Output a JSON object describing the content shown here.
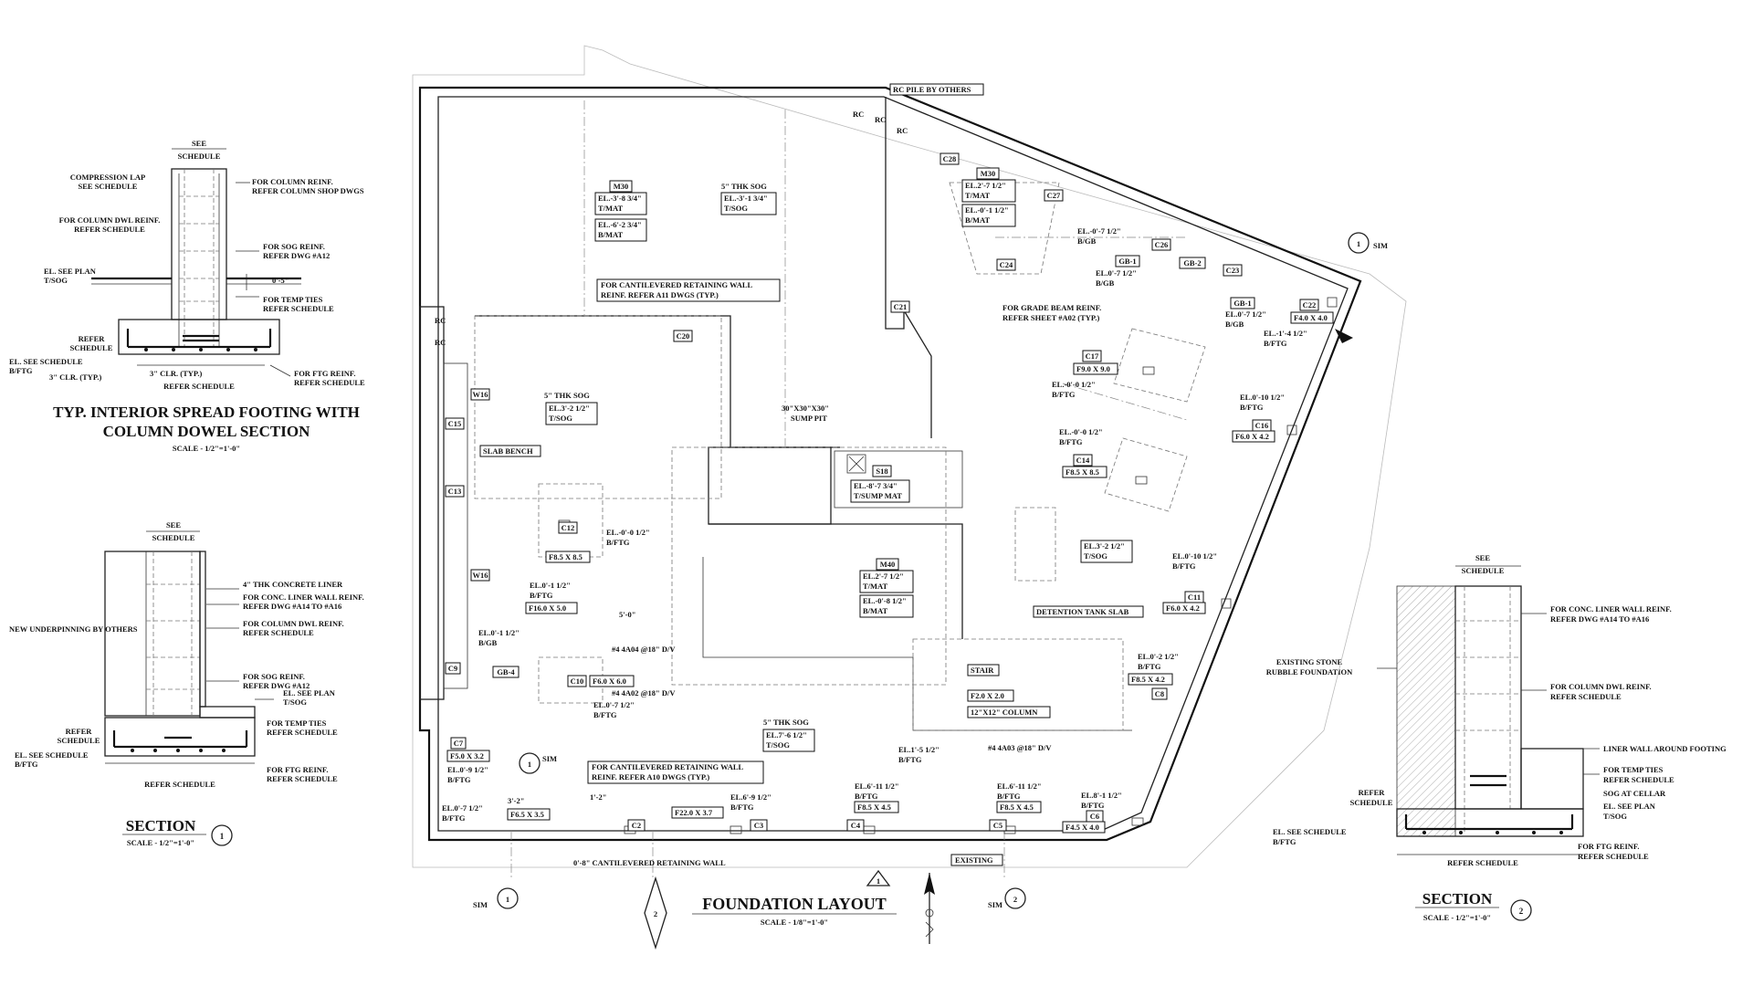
{
  "plan": {
    "title": "FOUNDATION LAYOUT",
    "scale": "SCALE - 1/8\"=1'-0\"",
    "revision": "1",
    "sim_marker": "SIM",
    "callouts": {
      "rc_pile": "RC PILE BY OTHERS",
      "rc": "RC",
      "cant_wall_a11_1": "FOR CANTILEVERED RETAINING WALL",
      "cant_wall_a11_2": "REINF. REFER A11 DWGS (TYP.)",
      "cant_wall_a10_1": "FOR CANTILEVERED RETAINING WALL",
      "cant_wall_a10_2": "REINF. REFER A10 DWGS (TYP.)",
      "grade_beam_1": "FOR GRADE BEAM REINF.",
      "grade_beam_2": "REFER SHEET #A02 (TYP.)",
      "sump_1": "30\"X30\"X30\"",
      "sump_2": "SUMP PIT",
      "slab_bench": "SLAB BENCH",
      "detention": "DETENTION TANK SLAB",
      "stair": "STAIR",
      "column_12": "12\"X12\" COLUMN",
      "existing": "EXISTING",
      "cant_wall_8": "0'-8\" CANTILEVERED RETAINING WALL",
      "dowel_1": "#4 4A04 @18\" D/V",
      "dowel_2": "#4 4A02 @18\" D/V",
      "dowel_3": "#4 4A03 @18\" D/V",
      "dim_5": "5'-0\"",
      "dim_3": "3'-2\"",
      "dim_1": "1'-2\""
    },
    "tags": {
      "M30": "M30",
      "C28": "C28",
      "C27": "C27",
      "C24": "C24",
      "C26": "C26",
      "C23": "C23",
      "GB1": "GB-1",
      "GB2": "GB-2",
      "C22": "C22",
      "C21": "C21",
      "C20": "C20",
      "W16": "W16",
      "C15": "C15",
      "C13": "C13",
      "C12": "C12",
      "C9": "C9",
      "C7": "C7",
      "GB4": "GB-4",
      "C10": "C10",
      "S18": "S18",
      "M40": "M40",
      "C17": "C17",
      "C16": "C16",
      "C14": "C14",
      "C11": "C11",
      "C8": "C8",
      "C6": "C6",
      "C5": "C5",
      "C4": "C4",
      "C3": "C3",
      "C2": "C2"
    },
    "notes": {
      "m30_a1": "EL.-3'-8 3/4\"",
      "m30_a2": "T/MAT",
      "m30_b1": "EL.-6'-2 3/4\"",
      "m30_b2": "B/MAT",
      "sog5_a": "5\" THK SOG",
      "sog5_a1": "EL.-3'-1 3/4\"",
      "sog5_a2": "T/SOG",
      "m30r_1": "EL.2'-7 1/2\"",
      "m30r_2": "T/MAT",
      "m30r_3": "EL.-0'-1 1/2\"",
      "m30r_4": "B/MAT",
      "c26_1": "EL.-0'-7 1/2\"",
      "c26_2": "B/GB",
      "gb1a_1": "EL.0'-7 1/2\"",
      "gb1a_2": "B/GB",
      "gb1b_1": "EL.0'-7 1/2\"",
      "gb1b_2": "B/GB",
      "f40": "F4.0 X 4.0",
      "c22_1": "EL.-1'-4 1/2\"",
      "c22_2": "B/FTG",
      "f90": "F9.0 X 9.0",
      "c17_1": "EL.-0'-0 1/2\"",
      "c17_2": "B/FTG",
      "c16_1": "EL.0'-10 1/2\"",
      "c16_2": "B/FTG",
      "f60a": "F6.0 X 4.2",
      "c14_1": "EL.-0'-0 1/2\"",
      "c14_2": "B/FTG",
      "f85a": "F8.5 X 8.5",
      "sog_r1": "EL.3'-2 1/2\"",
      "sog_r2": "T/SOG",
      "c11_1": "EL.0'-10 1/2\"",
      "c11_2": "B/FTG",
      "f60b": "F6.0 X 4.2",
      "c8_1": "EL.0'-2 1/2\"",
      "c8_2": "B/FTG",
      "f85b": "F8.5 X 4.2",
      "sog5_b": "5\" THK SOG",
      "sog5_b1": "EL.3'-2 1/2\"",
      "sog5_b2": "T/SOG",
      "c12_1": "EL.-0'-0 1/2\"",
      "c12_2": "B/FTG",
      "f85c": "F8.5 X 8.5",
      "s18_1": "EL.-8'-7 3/4\"",
      "s18_2": "T/SUMP MAT",
      "c10a_1": "EL.0'-1 1/2\"",
      "c10a_2": "B/FTG",
      "f160": "F16.0 X 5.0",
      "gb4_1": "EL.0'-1 1/2\"",
      "gb4_2": "B/GB",
      "m40_1": "EL.2'-7 1/2\"",
      "m40_2": "T/MAT",
      "m40_3": "EL.-0'-8 1/2\"",
      "m40_4": "B/MAT",
      "f60c": "F6.0 X 6.0",
      "c10b_1": "EL.0'-7 1/2\"",
      "c10b_2": "B/FTG",
      "f20": "F2.0 X 2.0",
      "stair_1": "EL.1'-5 1/2\"",
      "stair_2": "B/FTG",
      "sog5_c": "5\" THK SOG",
      "sog5_c1": "EL.7'-6 1/2\"",
      "sog5_c2": "T/SOG",
      "f50": "F5.0 X 3.2",
      "c7_1": "EL.0'-9 1/2\"",
      "c7_2": "B/FTG",
      "bl_1": "EL.0'-7 1/2\"",
      "bl_2": "B/FTG",
      "f65": "F6.5 X 3.5",
      "f220": "F22.0 X 3.7",
      "c3_1": "EL.6'-9 1/2\"",
      "c3_2": "B/FTG",
      "c4_1": "EL.6'-11 1/2\"",
      "c4_2": "B/FTG",
      "f85d": "F8.5 X 4.5",
      "c5_1": "EL.6'-11 1/2\"",
      "c5_2": "B/FTG",
      "f85e": "F8.5 X 4.5",
      "c6_1": "EL.8'-1 1/2\"",
      "c6_2": "B/FTG",
      "f45": "F4.5 X 4.0"
    },
    "markers": {
      "sim_num1": "1",
      "sim_num2": "2",
      "sec_num": "2"
    }
  },
  "detail_footing": {
    "title_1": "TYP. INTERIOR SPREAD FOOTING WITH",
    "title_2": "COLUMN DOWEL SECTION",
    "scale": "SCALE - 1/2\"=1'-0\"",
    "labels": {
      "see_1": "SEE",
      "see_2": "SCHEDULE",
      "lap_1": "COMPRESSION LAP",
      "lap_2": "SEE SCHEDULE",
      "col_1": "FOR COLUMN REINF.",
      "col_2": "REFER COLUMN SHOP DWGS",
      "dwl_1": "FOR COLUMN DWL REINF.",
      "dwl_2": "REFER SCHEDULE",
      "sog_1": "FOR SOG REINF.",
      "sog_2": "REFER DWG #A12",
      "el_1": "EL. SEE PLAN",
      "el_2": "T/SOG",
      "dim": "0'-5\"",
      "ties_1": "FOR TEMP TIES",
      "ties_2": "REFER SCHEDULE",
      "ref_1": "REFER",
      "ref_2": "SCHEDULE",
      "els_1": "EL. SEE SCHEDULE",
      "els_2": "B/FTG",
      "clr_1": "3\" CLR. (TYP.)",
      "clr_2": "3\" CLR. (TYP.)",
      "ftg_1": "FOR FTG REINF.",
      "ftg_2": "REFER SCHEDULE",
      "ref_bottom": "REFER SCHEDULE"
    }
  },
  "section_1": {
    "title": "SECTION",
    "number": "1",
    "scale": "SCALE - 1/2\"=1'-0\"",
    "labels": {
      "see_1": "SEE",
      "see_2": "SCHEDULE",
      "liner": "4\" THK CONCRETE LINER",
      "conc_1": "FOR CONC. LINER WALL REINF.",
      "conc_2": "REFER DWG #A14 TO #A16",
      "dwl_1": "FOR COLUMN DWL REINF.",
      "dwl_2": "REFER SCHEDULE",
      "underpin": "NEW UNDERPINNING BY OTHERS",
      "sog_1": "FOR SOG REINF.",
      "sog_2": "REFER DWG #A12",
      "el_1": "EL. SEE PLAN",
      "el_2": "T/SOG",
      "ties_1": "FOR TEMP TIES",
      "ties_2": "REFER SCHEDULE",
      "ref_1": "REFER",
      "ref_2": "SCHEDULE",
      "els_1": "EL. SEE SCHEDULE",
      "els_2": "B/FTG",
      "ftg_1": "FOR FTG REINF.",
      "ftg_2": "REFER SCHEDULE",
      "ref_bottom": "REFER SCHEDULE"
    }
  },
  "section_2": {
    "title": "SECTION",
    "number": "2",
    "scale": "SCALE - 1/2\"=1'-0\"",
    "labels": {
      "see_1": "SEE",
      "see_2": "SCHEDULE",
      "conc_1": "FOR CONC. LINER WALL REINF.",
      "conc_2": "REFER DWG #A14 TO #A16",
      "stone_1": "EXISTING STONE",
      "stone_2": "RUBBLE FOUNDATION",
      "dwl_1": "FOR COLUMN DWL REINF.",
      "dwl_2": "REFER SCHEDULE",
      "liner_ftg": "LINER WALL AROUND FOOTING",
      "ties_1": "FOR TEMP TIES",
      "ties_2": "REFER SCHEDULE",
      "sog_cellar": "SOG AT CELLAR",
      "el_1": "EL. SEE PLAN",
      "el_2": "T/SOG",
      "ref_1": "REFER",
      "ref_2": "SCHEDULE",
      "els_1": "EL. SEE SCHEDULE",
      "els_2": "B/FTG",
      "ftg_1": "FOR FTG REINF.",
      "ftg_2": "REFER SCHEDULE",
      "ref_bottom": "REFER SCHEDULE"
    }
  }
}
